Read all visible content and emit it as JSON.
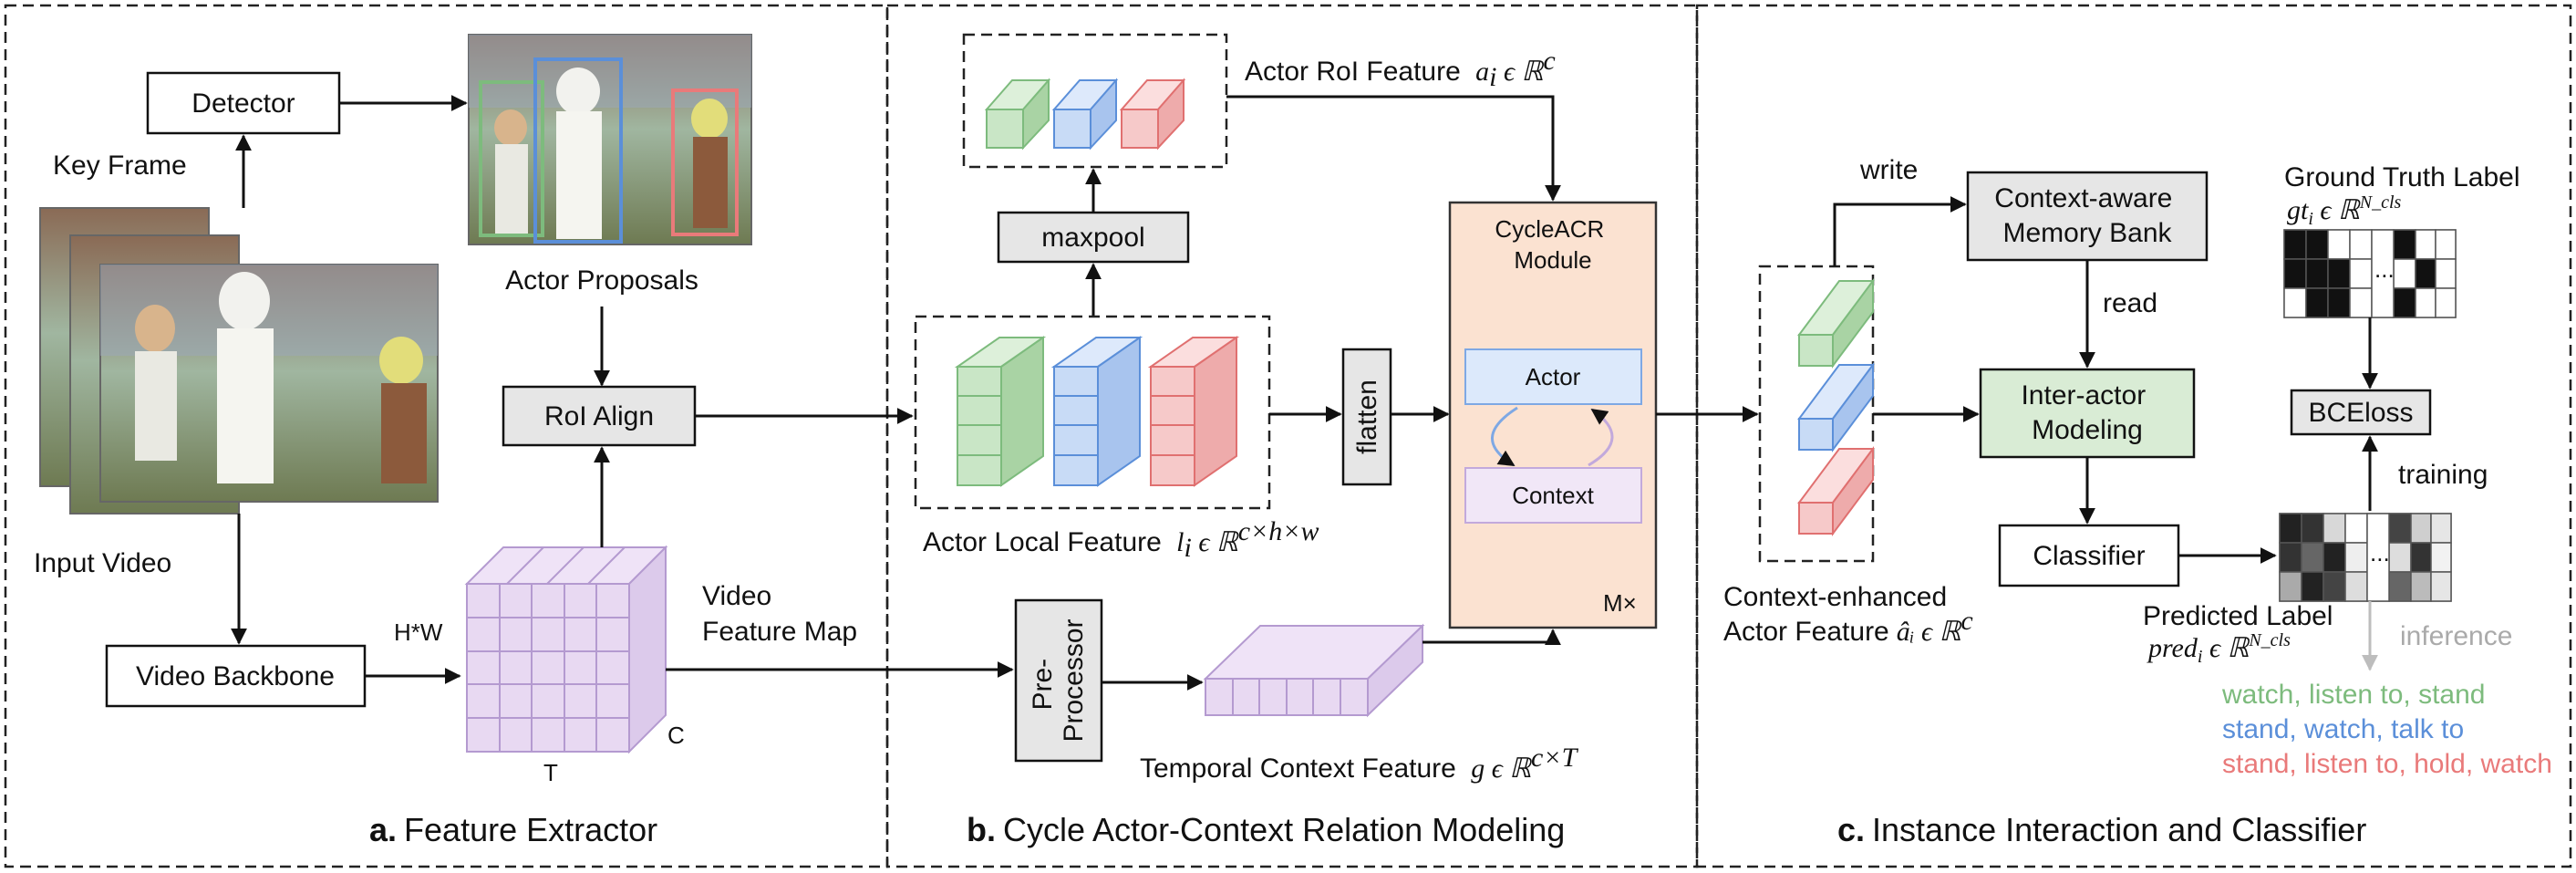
{
  "panels": {
    "a": {
      "prefix": "a.",
      "title": "Feature Extractor"
    },
    "b": {
      "prefix": "b.",
      "title": "Cycle Actor-Context Relation Modeling"
    },
    "c": {
      "prefix": "c.",
      "title": "Instance Interaction and Classifier"
    }
  },
  "feature_extractor": {
    "detector": "Detector",
    "key_frame": "Key Frame",
    "actor_proposals": "Actor Proposals",
    "roi_align": "RoI Align",
    "input_video": "Input Video",
    "video_backbone": "Video Backbone",
    "hw": "H*W",
    "t": "T",
    "c": "C",
    "video_feature_map_1": "Video",
    "video_feature_map_2": "Feature Map"
  },
  "relation_modeling": {
    "actor_roi_feature": "Actor RoI Feature",
    "actor_roi_math": "a",
    "actor_roi_sub": "i",
    "actor_roi_set": " ϵ ℝ",
    "actor_roi_sup": "c",
    "maxpool": "maxpool",
    "flatten": "flatten",
    "actor_local_feature": "Actor Local Feature",
    "actor_local_math": "l",
    "actor_local_sub": "i",
    "actor_local_set": " ϵ ℝ",
    "actor_local_sup": "c×h×w",
    "pre_processor_1": "Pre-",
    "pre_processor_2": "Processor",
    "temporal_context_feature": "Temporal Context Feature",
    "temporal_math": "g",
    "temporal_set": " ϵ ℝ",
    "temporal_sup": "c×T",
    "cycleacr_1": "CycleACR",
    "cycleacr_2": "Module",
    "actor": "Actor",
    "context": "Context",
    "mx": "M×"
  },
  "interaction": {
    "write": "write",
    "read": "read",
    "memory_bank_1": "Context-aware",
    "memory_bank_2": "Memory Bank",
    "inter_actor_1": "Inter-actor",
    "inter_actor_2": "Modeling",
    "classifier": "Classifier",
    "context_enhanced_1": "Context-enhanced",
    "context_enhanced_2": "Actor Feature",
    "context_enhanced_math": "âᵢ",
    "context_enhanced_set": " ϵ ℝ",
    "context_enhanced_sup": "c",
    "ground_truth_label": "Ground Truth Label",
    "gt_math": "gt",
    "gt_sub": "i",
    "gt_set": " ϵ ℝ",
    "gt_sup": "N_cls",
    "bceloss": "BCEloss",
    "training": "training",
    "predicted_label": "Predicted Label",
    "pred_math": "pred",
    "pred_sub": "i",
    "pred_set": " ϵ ℝ",
    "pred_sup": "N_cls",
    "inference": "inference",
    "ellipsis": "...",
    "outputs": [
      {
        "text": "watch, listen to, stand",
        "color": "#7dbb7d"
      },
      {
        "text": "stand, watch, talk to",
        "color": "#5b8fd9"
      },
      {
        "text": "stand, listen to, hold, watch",
        "color": "#e97a7a"
      }
    ]
  },
  "colors": {
    "green": "#c9e6c6",
    "green_stroke": "#7dbb7d",
    "blue": "#c8dbf6",
    "blue_stroke": "#5b8fd9",
    "red": "#f6c9c9",
    "red_stroke": "#e07070",
    "purple": "#e8d9f2",
    "purple_stroke": "#b49ad0",
    "module_fill": "#fbe2d1",
    "module_stroke": "#333333",
    "inter_actor_fill": "#d9ecd5",
    "gray_box": "#e6e6e6"
  }
}
